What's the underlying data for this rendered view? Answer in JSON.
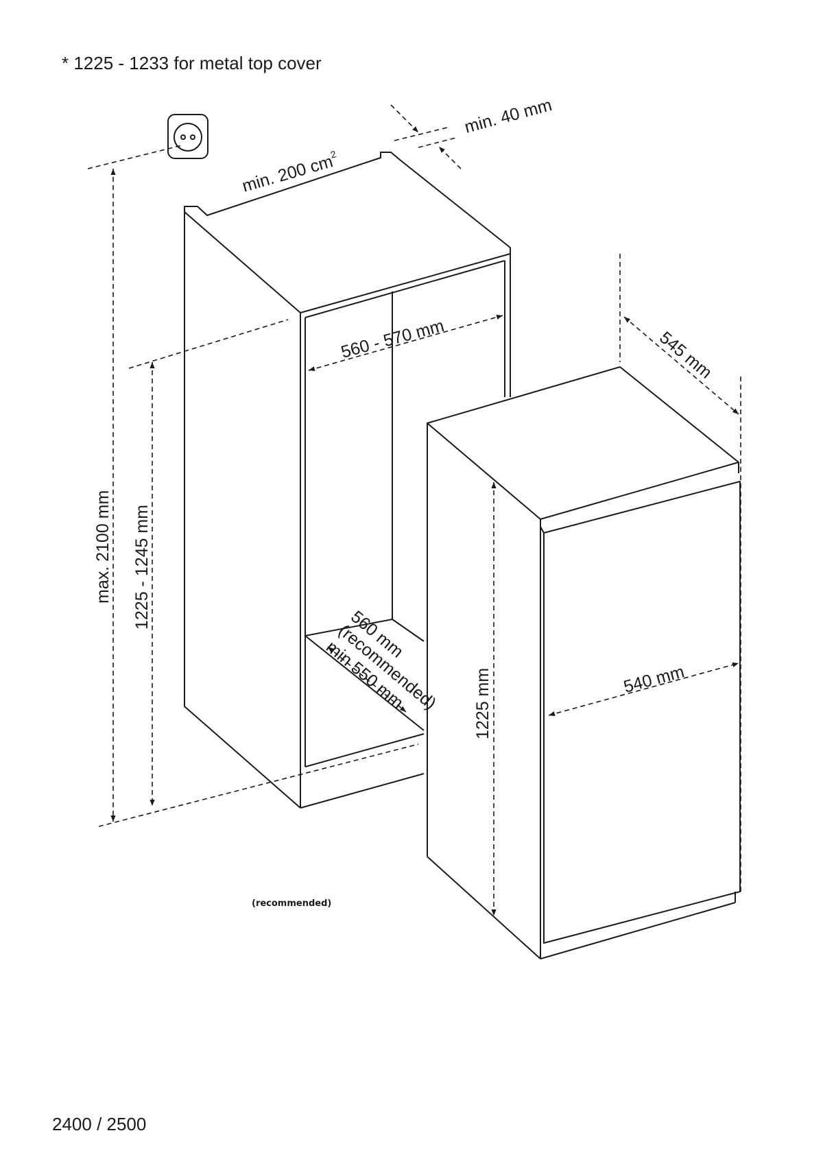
{
  "header": {
    "note": "* 1225 - 1233  for metal top cover"
  },
  "footer": {
    "model": "2400 / 2500"
  },
  "icons": {
    "socket": "power-socket-icon"
  },
  "labels": {
    "vent": "min. 200 cm",
    "vent_sup": "2",
    "gap": "min. 40 mm",
    "niche_width": "560 - 570 mm",
    "max_height": "max. 2100 mm",
    "niche_height": "1225 - 1245 mm",
    "niche_depth_rec": "560 mm",
    "niche_depth_rec_note": "(recommended)",
    "niche_depth_min": "min 550 mm",
    "unit_height": "1225 mm",
    "unit_width": "540 mm",
    "unit_depth": "545 mm",
    "recommended": "(recommended)"
  }
}
